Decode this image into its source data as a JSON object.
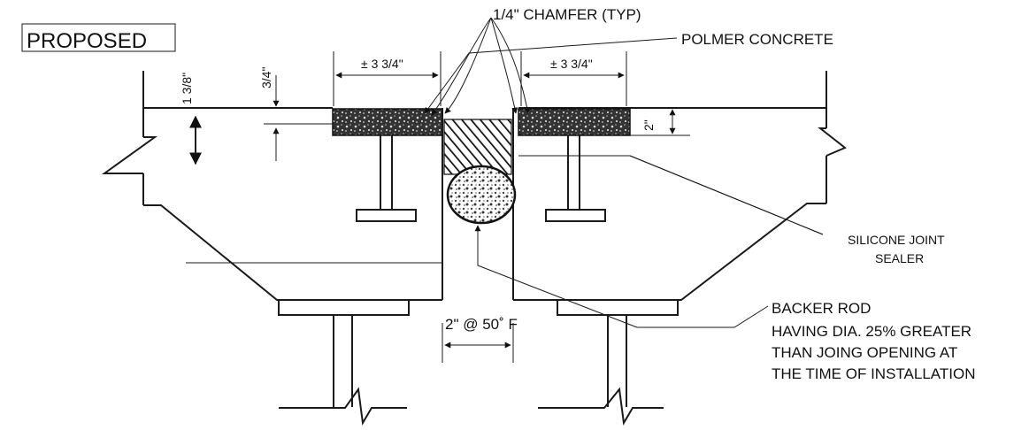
{
  "title": "PROPOSED",
  "labels": {
    "chamfer": "1/4\" CHAMFER (TYP)",
    "polymer": "POLMER CONCRETE",
    "dim_left_width": "± 3 3/4\"",
    "dim_right_width": "± 3 3/4\"",
    "dim_1_3_8": "1 3/8\"",
    "dim_3_4": "3/4\"",
    "dim_2": "2\"",
    "sealer_line1": "SILICONE JOINT",
    "sealer_line2": "SEALER",
    "backer_line1": "BACKER ROD",
    "backer_line2": "HAVING DIA. 25% GREATER",
    "backer_line3": "THAN JOING OPENING AT",
    "backer_line4": "THE TIME OF INSTALLATION",
    "gap": "2\" @ 50˚ F"
  }
}
